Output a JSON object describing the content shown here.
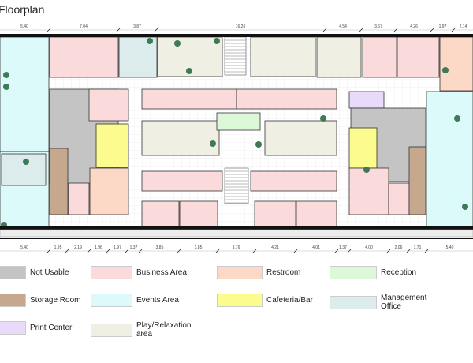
{
  "title": "Floorplan",
  "dimensions": {
    "top": [
      "5.40",
      "7.04",
      "3.87",
      "16.26",
      "4.54",
      "3.57",
      "4.26",
      "1.97",
      "2.14"
    ],
    "bottom": [
      "5.40",
      "1.95",
      "2.19",
      "1.98",
      "1.97",
      "1.37",
      "3.85",
      "3.85",
      "3.76",
      "4.21",
      "4.01",
      "1.37",
      "4.00",
      "2.06",
      "1.71",
      "5.40"
    ]
  },
  "legend": [
    {
      "label": "Not Usable",
      "color": "#c4c4c4"
    },
    {
      "label": "Business Area",
      "color": "#fadadb"
    },
    {
      "label": "Restroom",
      "color": "#fbd9c6"
    },
    {
      "label": "Reception",
      "color": "#dcf8d8"
    },
    {
      "label": "Storage Room",
      "color": "#c6a88e"
    },
    {
      "label": "Events Area",
      "color": "#ddfafa"
    },
    {
      "label": "Cafeteria/Bar",
      "color": "#fbfb8e"
    },
    {
      "label": "Management Office",
      "color": "#dcecec"
    },
    {
      "label": "Print Center",
      "color": "#e9dafa"
    },
    {
      "label": "Play/Relaxation area",
      "color": "#f0efe4"
    }
  ]
}
